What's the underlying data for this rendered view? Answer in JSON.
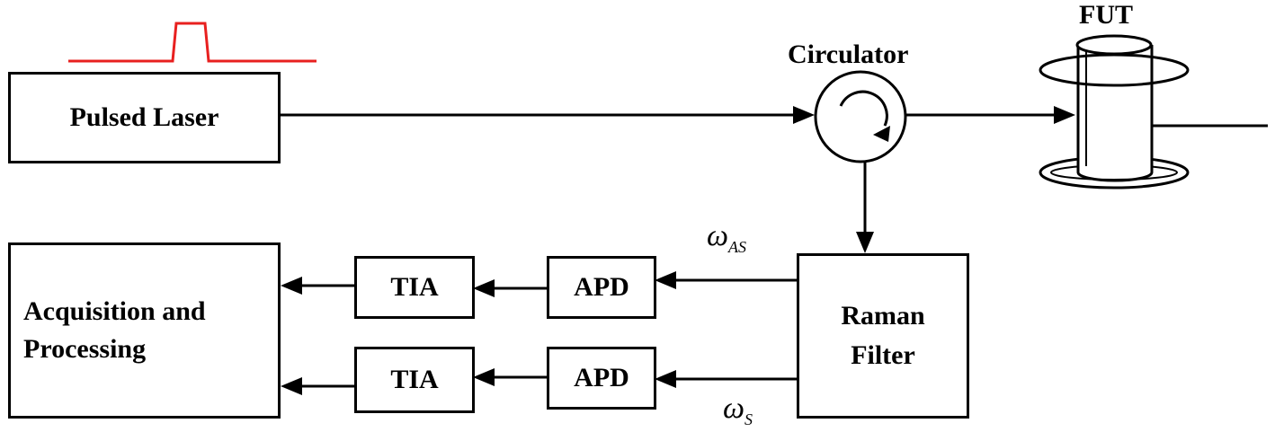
{
  "blocks": {
    "pulsed_laser": "Pulsed Laser",
    "circulator": "Circulator",
    "fut": "FUT",
    "raman_filter_line1": "Raman",
    "raman_filter_line2": "Filter",
    "apd_top": "APD",
    "apd_bottom": "APD",
    "tia_top": "TIA",
    "tia_bottom": "TIA",
    "acq_line1": "Acquisition and",
    "acq_line2": "Processing"
  },
  "signals": {
    "anti_stokes_symbol": "ω",
    "anti_stokes_sub": "AS",
    "stokes_symbol": "ω",
    "stokes_sub": "S"
  },
  "colors": {
    "pulse": "#e8201f",
    "line": "#000000"
  }
}
